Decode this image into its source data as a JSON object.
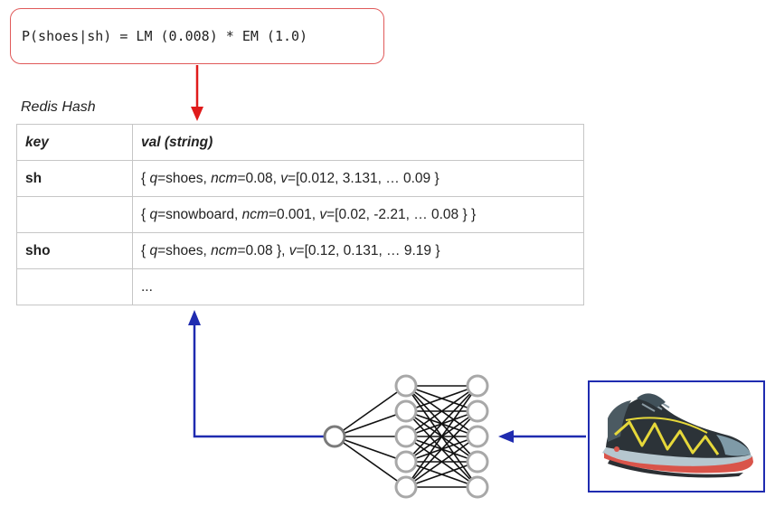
{
  "formula": "P(shoes|sh) = LM (0.008) * EM (1.0)",
  "caption": "Redis Hash",
  "table": {
    "headers": {
      "key": "key",
      "val": "val (string)"
    },
    "rows": [
      {
        "key": "sh",
        "val": [
          {
            "t": "{ "
          },
          {
            "t": "q",
            "i": true
          },
          {
            "t": "=shoes, "
          },
          {
            "t": "ncm",
            "i": true
          },
          {
            "t": "=0.08, "
          },
          {
            "t": "v",
            "i": true
          },
          {
            "t": "=[0.012, 3.131, … 0.09 }"
          }
        ]
      },
      {
        "key": "",
        "val": [
          {
            "t": "{ "
          },
          {
            "t": "q",
            "i": true
          },
          {
            "t": "=snowboard, "
          },
          {
            "t": "ncm",
            "i": true
          },
          {
            "t": "=0.001, "
          },
          {
            "t": "v",
            "i": true
          },
          {
            "t": "=[0.02, -2.21, … 0.08 } }"
          }
        ]
      },
      {
        "key": "sho",
        "val": [
          {
            "t": "{ "
          },
          {
            "t": "q",
            "i": true
          },
          {
            "t": "=shoes, "
          },
          {
            "t": "ncm",
            "i": true
          },
          {
            "t": "=0.08 }, "
          },
          {
            "t": "v",
            "i": true
          },
          {
            "t": "=[0.12, 0.131, … 9.19 }"
          }
        ]
      },
      {
        "key": "",
        "val": [
          {
            "t": "..."
          }
        ]
      }
    ]
  },
  "colors": {
    "red_arrow": "#e01b1b",
    "blue_arrow": "#1f2bb0",
    "formula_border": "#e05a5a"
  },
  "icons": {
    "network": "neural-network-icon",
    "image": "trail-running-shoe-image"
  }
}
